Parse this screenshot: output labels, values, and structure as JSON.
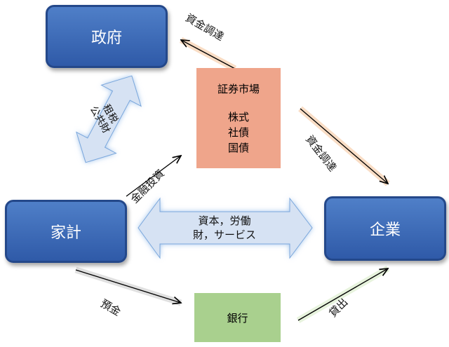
{
  "nodes": {
    "government": "政府",
    "securities_market": "証券市場",
    "securities_items": [
      "株式",
      "社債",
      "国債"
    ],
    "household": "家計",
    "firm": "企業",
    "bank": "銀行"
  },
  "flows": {
    "gov_funding": "資金調達",
    "firm_funding": "資金調達",
    "financial_investment": "金融投資",
    "deposit": "預金",
    "lending": "貸出",
    "tax_line1": "租税",
    "tax_line2": "公共財",
    "factor_line1": "資本，労働",
    "factor_line2": "財，サービス"
  },
  "colors": {
    "blue": "#2f5aa8",
    "salmon": "#efa58b",
    "green": "#a9d08e",
    "arrow_fill": "#d6e2f3"
  }
}
